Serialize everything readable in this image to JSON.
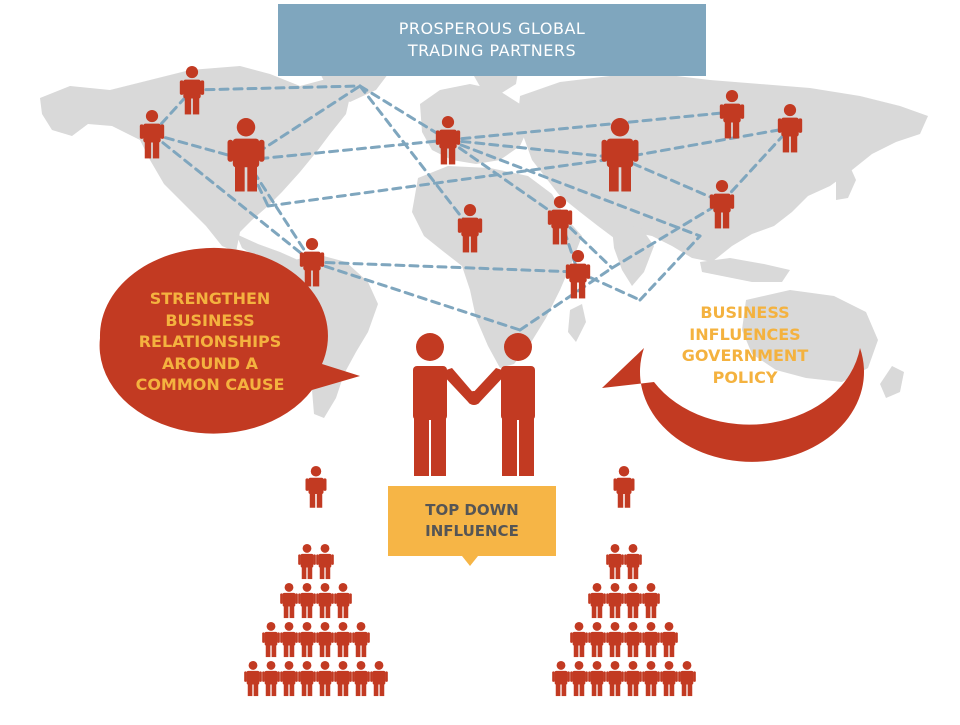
{
  "title": {
    "line1": "PROSPEROUS GLOBAL",
    "line2": "TRADING PARTNERS"
  },
  "left_bubble": {
    "lines": [
      "STRENGTHEN",
      "BUSINESS",
      "RELATIONSHIPS",
      "AROUND A",
      "COMMON CAUSE"
    ]
  },
  "right_bubble": {
    "lines": [
      "BUSINESS",
      "INFLUENCES",
      "GOVERNMENT",
      "POLICY"
    ]
  },
  "center_box": {
    "line1": "TOP DOWN",
    "line2": "INFLUENCE"
  },
  "colors": {
    "person": "#c23a22",
    "bubble": "#c23a22",
    "bubble_text": "#f4b23f",
    "title_box": "#7fa6be",
    "center_box": "#f6b546",
    "map": "#d9d9d9",
    "link": "#7fa6be"
  },
  "icons": [
    "person-icon",
    "handshake-icon",
    "world-map"
  ]
}
